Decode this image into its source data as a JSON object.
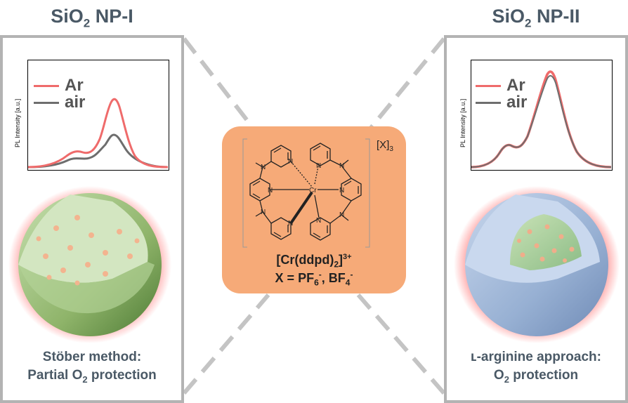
{
  "left": {
    "title_main": "SiO",
    "title_sub": "2",
    "title_tail": " NP-I",
    "plot": {
      "ylabel": "PL Intensity [a.u.]",
      "legend": [
        {
          "label": "Ar",
          "color": "#ef6b6b"
        },
        {
          "label": "air",
          "color": "#6e6e6e"
        }
      ]
    },
    "caption_line1": "Stöber method:",
    "caption_line2_a": "Partial O",
    "caption_line2_sub": "2",
    "caption_line2_b": " protection"
  },
  "right": {
    "title_main": "SiO",
    "title_sub": "2",
    "title_tail": " NP-II",
    "plot": {
      "ylabel": "PL Intensity [a.u.]",
      "legend": [
        {
          "label": "Ar",
          "color": "#ef6b6b"
        },
        {
          "label": "air",
          "color": "#6e6e6e"
        }
      ]
    },
    "caption_line1": "ʟ-arginine approach:",
    "caption_line2_a": "O",
    "caption_line2_sub": "2",
    "caption_line2_b": " protection"
  },
  "center": {
    "counterion_main": "[X]",
    "counterion_sub": "3",
    "metal_label": "Cr",
    "atom_label": "N",
    "complex_a": "[Cr(ddpd)",
    "complex_sub": "2",
    "complex_b": "]",
    "complex_sup": "3+",
    "anions_a": "X = PF",
    "anions_sub1": "6",
    "anions_sup1": "-",
    "anions_mid": ", BF",
    "anions_sub2": "4",
    "anions_sup2": "-"
  },
  "colors": {
    "ar_curve": "#ef6b6b",
    "air_curve": "#6e6e6e",
    "panel_border": "#b3b3b3",
    "center_box": "#f6aa78",
    "text": "#4a5966"
  }
}
